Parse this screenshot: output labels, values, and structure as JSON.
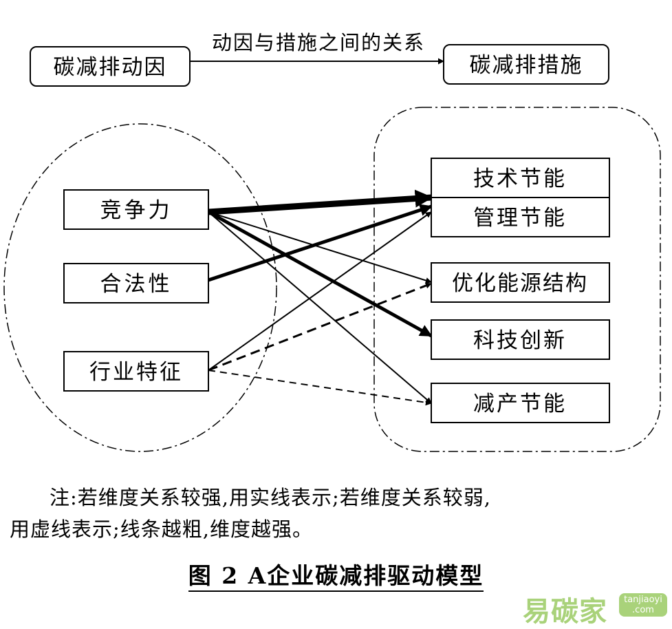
{
  "top_flow": {
    "cause_label": "碳减排动因",
    "relation_label": "动因与措施之间的关系",
    "measure_label": "碳减排措施"
  },
  "drivers": [
    "竞争力",
    "合法性",
    "行业特征"
  ],
  "measures": [
    "技术节能",
    "管理节能",
    "优化能源结构",
    "科技创新",
    "减产节能"
  ],
  "relations": [
    {
      "from": "竞争力",
      "to": "技术节能",
      "style": "solid",
      "strength": "strongest"
    },
    {
      "from": "竞争力",
      "to": "科技创新",
      "style": "solid",
      "strength": "strong"
    },
    {
      "from": "竞争力",
      "to": "优化能源结构",
      "style": "solid",
      "strength": "normal"
    },
    {
      "from": "竞争力",
      "to": "减产节能",
      "style": "solid",
      "strength": "normal"
    },
    {
      "from": "合法性",
      "to": "管理节能",
      "style": "solid",
      "strength": "strong"
    },
    {
      "from": "行业特征",
      "to": "管理节能",
      "style": "solid",
      "strength": "normal"
    },
    {
      "from": "行业特征",
      "to": "优化能源结构",
      "style": "dashed",
      "strength": "strong"
    },
    {
      "from": "行业特征",
      "to": "减产节能",
      "style": "dashed",
      "strength": "normal"
    }
  ],
  "note": {
    "line1": "注:若维度关系较强,用实线表示;若维度关系较弱,",
    "line2": "用虚线表示;线条越粗,维度越强。"
  },
  "caption": "图 2  A企业碳减排驱动模型",
  "watermark": {
    "brand": "易碳家",
    "url_line1": "tanjiaoyi",
    "url_line2": ".com"
  }
}
